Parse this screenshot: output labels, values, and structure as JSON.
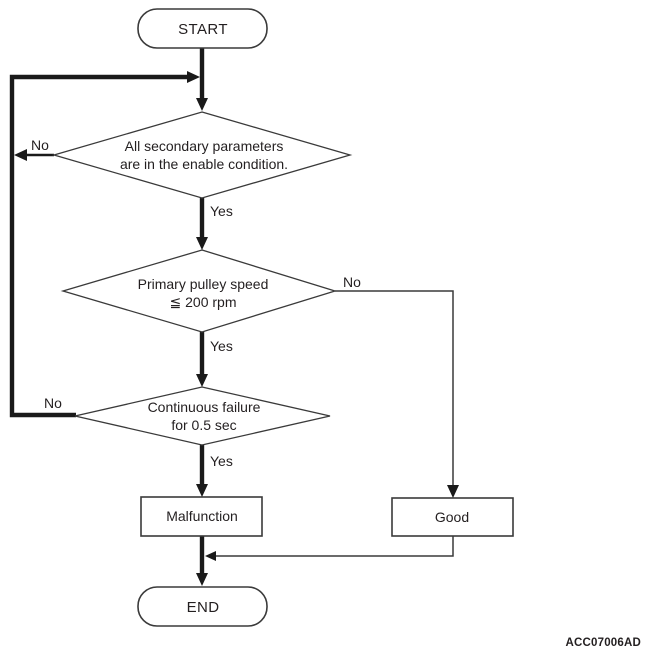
{
  "diagram": {
    "figure_code": "ACC07006AD",
    "colors": {
      "line": "#1a1a1a",
      "stroke": "#3a3a3a",
      "text": "#231f20",
      "background": "#ffffff"
    },
    "nodes": {
      "start": {
        "type": "terminator",
        "label": "START"
      },
      "decision_secondary": {
        "type": "decision",
        "line1": "All secondary parameters",
        "line2": "are in the enable condition."
      },
      "decision_pulley": {
        "type": "decision",
        "line1": "Primary pulley speed",
        "line2": "≦ 200 rpm"
      },
      "decision_failure": {
        "type": "decision",
        "line1": "Continuous failure",
        "line2": "for 0.5 sec"
      },
      "malfunction": {
        "type": "process",
        "label": "Malfunction"
      },
      "good": {
        "type": "process",
        "label": "Good"
      },
      "end": {
        "type": "terminator",
        "label": "END"
      }
    },
    "edge_labels": {
      "yes": "Yes",
      "no": "No"
    }
  }
}
